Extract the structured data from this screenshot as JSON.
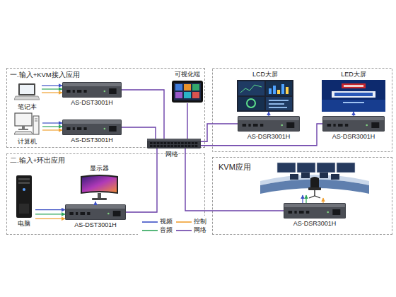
{
  "diagram": {
    "nodes": [
      {
        "text": [
          "一.输入+KVM接入应用"
        ]
      },
      {
        "text": [
          "笔记本"
        ],
        "in": 0
      },
      {
        "text": [
          "AS-DST3001H"
        ],
        "in": 0
      },
      {
        "text": [
          "计算机"
        ],
        "in": 0
      },
      {
        "text": [
          "AS-DST3001H"
        ],
        "in": 0
      },
      {
        "text": [
          "可视化端"
        ]
      },
      {
        "text": [
          "LCD大屏"
        ]
      },
      {
        "text": [
          "LED大屏"
        ]
      },
      {
        "text": [
          "AS-DSR3001H"
        ]
      },
      {
        "text": [
          "AS-DSR3001H"
        ]
      },
      {
        "text": [
          "网络"
        ]
      },
      {
        "text": [
          "二.输入+环出应用"
        ]
      },
      {
        "text": [
          "显示器"
        ],
        "in": 11
      },
      {
        "text": [
          "电脑"
        ],
        "in": 11
      },
      {
        "text": [
          "AS-DST3001H"
        ],
        "in": 11
      },
      {
        "text": [
          "KVM应用"
        ]
      },
      {
        "text": [
          "AS-DSR3001H"
        ],
        "in": 15
      }
    ],
    "edges": [
      {
        "from": 1,
        "to": 2,
        "arrow": "to"
      },
      {
        "from": 1,
        "to": 2,
        "arrow": "to"
      },
      {
        "from": 1,
        "to": 2,
        "arrow": "to"
      },
      {
        "from": 3,
        "to": 4,
        "arrow": "to"
      },
      {
        "from": 3,
        "to": 4,
        "arrow": "to"
      },
      {
        "from": 3,
        "to": 4,
        "arrow": "to"
      },
      {
        "from": 13,
        "to": 14,
        "arrow": "to"
      },
      {
        "from": 13,
        "to": 14,
        "arrow": "to"
      },
      {
        "from": 13,
        "to": 14,
        "arrow": "to"
      },
      {
        "from": 14,
        "to": 12,
        "arrow": "to"
      },
      {
        "from": 8,
        "to": 6,
        "arrow": "to"
      },
      {
        "from": 9,
        "to": 7,
        "arrow": "to"
      },
      {
        "from": 2,
        "to": 10,
        "arrow": "none"
      },
      {
        "from": 4,
        "to": 10,
        "arrow": "none"
      },
      {
        "from": 5,
        "to": 10,
        "arrow": "none"
      },
      {
        "from": 14,
        "to": 10,
        "arrow": "none"
      },
      {
        "from": 10,
        "to": 8,
        "arrow": "none"
      },
      {
        "from": 10,
        "to": 9,
        "arrow": "none"
      },
      {
        "from": 10,
        "to": 16,
        "arrow": "none"
      }
    ],
    "legend": [
      {
        "text": "视频"
      },
      {
        "text": "控制"
      },
      {
        "text": "音频"
      },
      {
        "text": "网络"
      }
    ]
  }
}
